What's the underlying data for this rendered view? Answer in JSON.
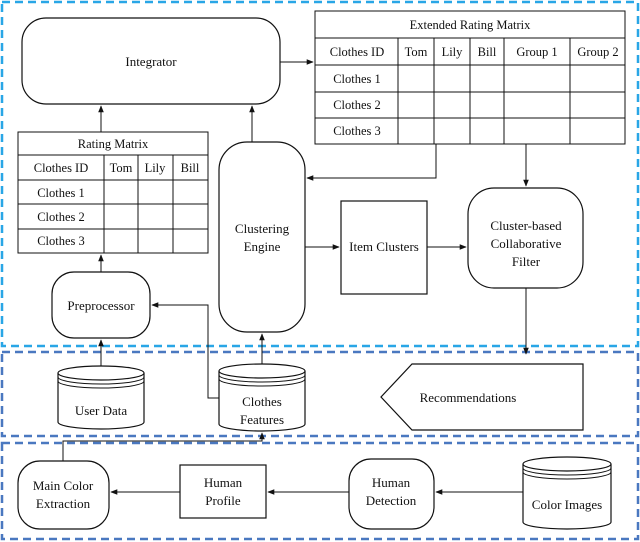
{
  "colors": {
    "outer_border": "#29a6e6",
    "inner_border": "#4a78c0",
    "stroke": "#111111",
    "fill": "#ffffff"
  },
  "integrator": {
    "label": "Integrator"
  },
  "rating_matrix": {
    "title": "Rating Matrix",
    "headers": [
      "Clothes ID",
      "Tom",
      "Lily",
      "Bill"
    ],
    "rows": [
      "Clothes 1",
      "Clothes 2",
      "Clothes 3"
    ]
  },
  "extended_matrix": {
    "title": "Extended Rating Matrix",
    "headers": [
      "Clothes ID",
      "Tom",
      "Lily",
      "Bill",
      "Group 1",
      "Group 2"
    ],
    "rows": [
      "Clothes 1",
      "Clothes 2",
      "Clothes 3"
    ]
  },
  "clustering_engine": {
    "line1": "Clustering",
    "line2": "Engine"
  },
  "item_clusters": {
    "label": "Item Clusters"
  },
  "cluster_filter": {
    "line1": "Cluster-based",
    "line2": "Collaborative",
    "line3": "Filter"
  },
  "preprocessor": {
    "label": "Preprocessor"
  },
  "user_data": {
    "label": "User Data"
  },
  "clothes_features": {
    "line1": "Clothes",
    "line2": "Features"
  },
  "recommendations": {
    "label": "Recommendations"
  },
  "main_color": {
    "line1": "Main Color",
    "line2": "Extraction"
  },
  "human_profile": {
    "line1": "Human",
    "line2": "Profile"
  },
  "human_detection": {
    "line1": "Human",
    "line2": "Detection"
  },
  "color_images": {
    "label": "Color Images"
  }
}
